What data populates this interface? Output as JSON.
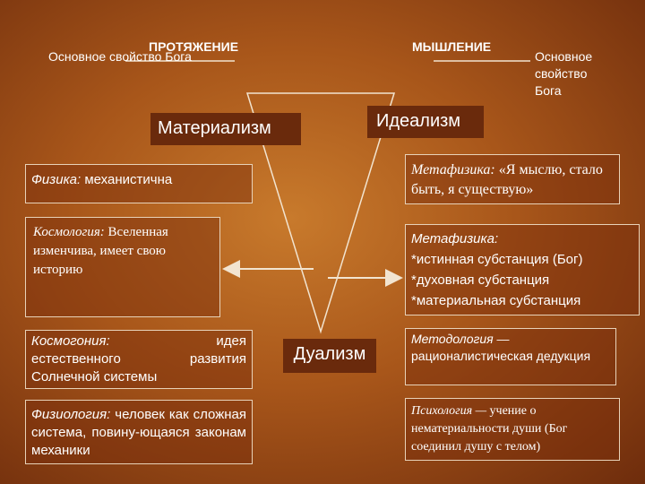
{
  "top": {
    "left_property": "Основное свойство Бога",
    "extension": "ПРОТЯЖЕНИЕ",
    "thinking": "МЫШЛЕНИЕ",
    "right_property": "Основное свойство Бога"
  },
  "materialism": "Материализм",
  "idealism": "Идеализм",
  "dualism": "Дуализм",
  "left": {
    "physics": {
      "term": "Физика:",
      "text": "механистична"
    },
    "cosmology": {
      "term": "Космология:",
      "text": "Вселенная изменчива, имеет свою историю"
    },
    "cosmogony": {
      "term": "Космогония:",
      "word": "идея",
      "line2": "естественного развития",
      "line3": "Солнечной системы"
    },
    "physiology": {
      "term": "Физиология:",
      "text": "человек как сложная система, повину-ющаяся законам механики"
    }
  },
  "right": {
    "metaphysics1": {
      "term": "Метафизика:",
      "text": "«Я мыслю, стало быть, я существую»"
    },
    "metaphysics2": {
      "term": "Метафизика:",
      "l1": "*истинная субстанция (Бог)",
      "l2": "*духовная субстанция",
      "l3": "*материальная субстанция"
    },
    "methodology": {
      "term": "Методология —",
      "text": "рационалистическая дедукция"
    },
    "psychology": {
      "term": "Психология —",
      "text": "учение о нематериальности души (Бог соединил душу с телом)"
    }
  }
}
